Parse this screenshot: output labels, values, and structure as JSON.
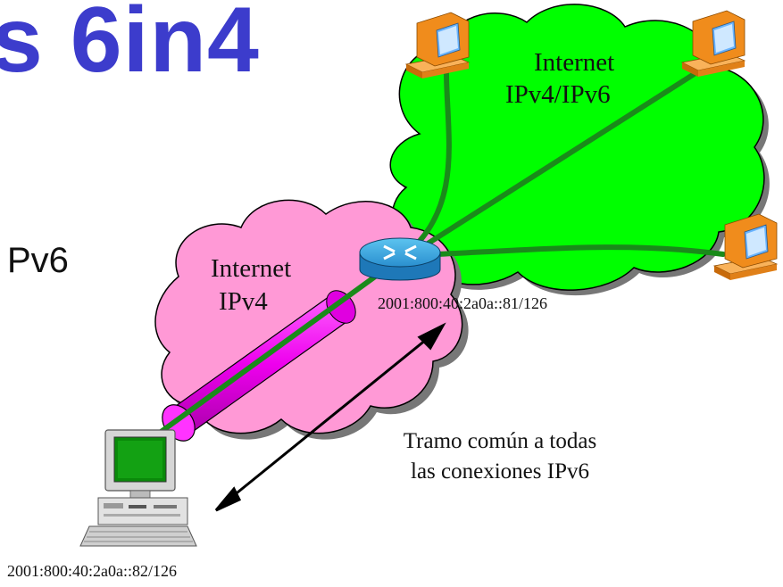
{
  "title": "s 6in4",
  "bullet_text": "Pv6",
  "clouds": {
    "ipv6": {
      "line1": "Internet",
      "line2": "IPv4/IPv6"
    },
    "ipv4": {
      "line1": "Internet",
      "line2": "IPv4"
    }
  },
  "addresses": {
    "router": "2001:800:40:2a0a::81/126",
    "client": "2001:800:40:2a0a::82/126"
  },
  "note": {
    "line1": "Tramo común a todas",
    "line2": "las conexiones IPv6"
  },
  "colors": {
    "title": "#3c3ccc",
    "ipv6_cloud": "#00ff00",
    "ipv4_cloud": "#ff99d6",
    "tunnel": "#ff00ff",
    "link": "#1a8a1a",
    "router": "#2a9bd8",
    "computer": "#f08c1c"
  },
  "icons": [
    "router-icon",
    "computer-icon",
    "workstation-icon"
  ]
}
